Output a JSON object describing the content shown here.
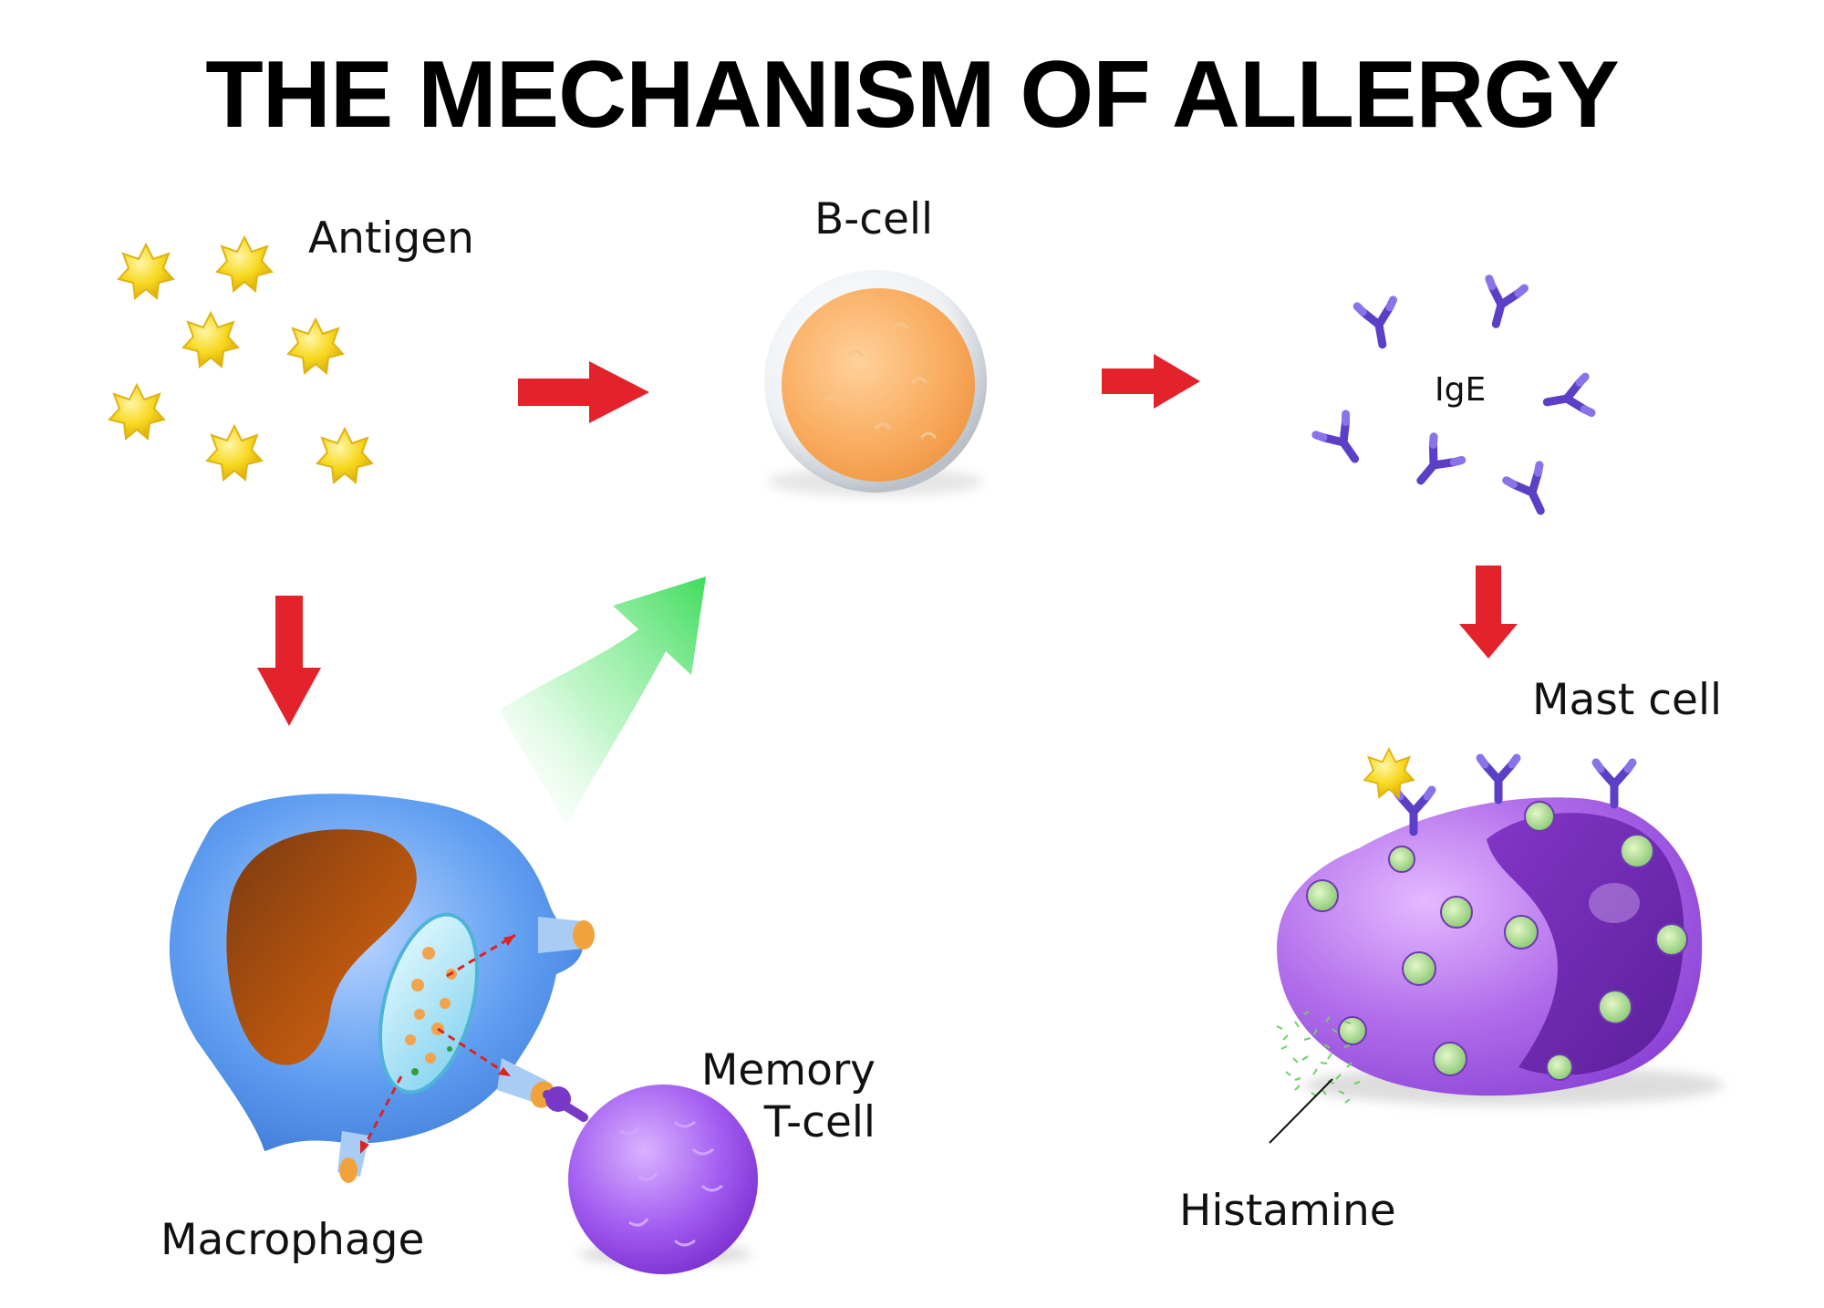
{
  "title": "THE MECHANISM OF ALLERGY",
  "labels": {
    "antigen": "Antigen",
    "b_cell": "B-cell",
    "ige": "IgE",
    "mast_cell": "Mast cell",
    "macrophage": "Macrophage",
    "memory_t_cell_line1": "Memory",
    "memory_t_cell_line2": "T-cell",
    "histamine": "Histamine"
  },
  "colors": {
    "arrow_red": "#e4222b",
    "arrow_green": "#4fe06a",
    "antigen_yellow": "#f4d51f",
    "b_cell_orange": "#f9ae63",
    "ige_purple": "#5a3ec4",
    "macrophage_blue": "#4e8fe8",
    "nucleus_brown": "#a3470f",
    "t_cell_violet": "#9a48e6",
    "mast_cell_violet": "#a35fe0",
    "granule_green": "#a9d98a"
  }
}
